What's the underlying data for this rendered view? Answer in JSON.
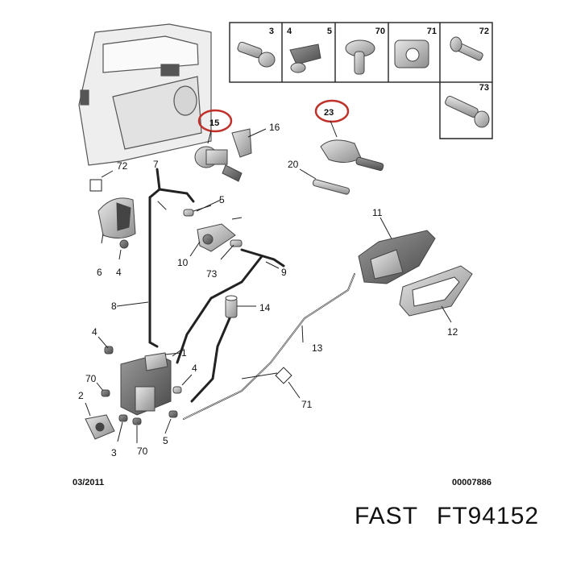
{
  "diagram": {
    "callouts": {
      "c1": "1",
      "c2": "2",
      "c3": "3",
      "c3b": "3",
      "c4": "4",
      "c4b": "4",
      "c4c": "4",
      "c5": "5",
      "c5b": "5",
      "c5c": "5",
      "c6": "6",
      "c7": "7",
      "c8": "8",
      "c9": "9",
      "c10": "10",
      "c11": "11",
      "c12": "12",
      "c13": "13",
      "c14": "14",
      "c15": "15",
      "c16": "16",
      "c20": "20",
      "c23": "23",
      "c70": "70",
      "c70b": "70",
      "c70c": "70",
      "c71": "71",
      "c71b": "71",
      "c72": "72",
      "c72b": "72",
      "c73": "73",
      "c73b": "73"
    },
    "footer": {
      "date": "03/2011",
      "ref": "00007886"
    },
    "highlight_color": "#c0312b"
  },
  "caption": {
    "brand": "FAST",
    "part_number": "FT94152"
  }
}
